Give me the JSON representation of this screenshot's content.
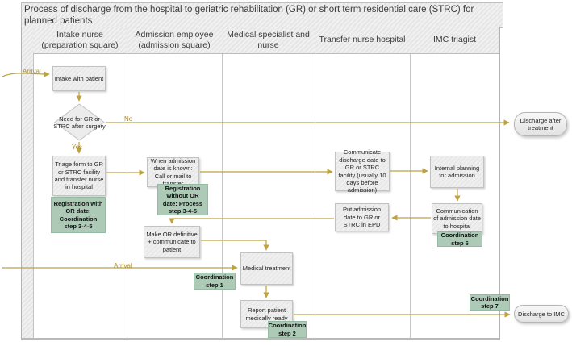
{
  "title": "Process of discharge from the hospital to geriatric rehabilitation (GR) or short term residential care (STRC) for planned patients",
  "lanes": [
    {
      "label": "Intake nurse (preparation square)"
    },
    {
      "label": "Admission employee (admission square)"
    },
    {
      "label": "Medical specialist and nurse"
    },
    {
      "label": "Transfer nurse hospital"
    },
    {
      "label": "IMC triagist"
    }
  ],
  "nodes": {
    "intake": "Intake with patient",
    "decision": "Need for GR or STRC after surgery",
    "triage": "Triage form to GR or STRC facility and transfer nurse in hospital",
    "when_admission": "When admission date is known: Call or mail to transfer",
    "make_or": "Make OR definitive + communicate to patient",
    "medical": "Medical treatment",
    "report": "Report patient medically ready",
    "communicate_discharge": "Communicate discharge date to GR or STRC facility (usually 10 days before admission)",
    "put_admission": "Put admission date to GR or STRC in EPD",
    "internal_planning": "Internal planning for admission",
    "communication_admission": "Communication of admission date to hospital"
  },
  "annotations": {
    "reg_with_or": "Registration with OR date: Coordination step 3-4-5",
    "reg_without_or": "Registration without OR date: Process step 3-4-5",
    "coord1": "Coordination step 1",
    "coord2": "Coordination step 2",
    "coord6": "Coordination step 6",
    "coord7": "Coordination step 7"
  },
  "terminators": {
    "discharge_after": "Discharge after treatment",
    "discharge_imc": "Discharge to IMC"
  },
  "flow_labels": {
    "arrival_top": "Arrival",
    "arrival_bottom": "Arrival",
    "yes": "Yes",
    "no": "No"
  },
  "colors": {
    "arrow": "#bfa23d",
    "label_text": "#a98e2f",
    "annotation_fill": "#adcab7",
    "annotation_border": "#96b9a3",
    "node_fill": "#ececec",
    "lane_line": "#c6c6c6"
  }
}
